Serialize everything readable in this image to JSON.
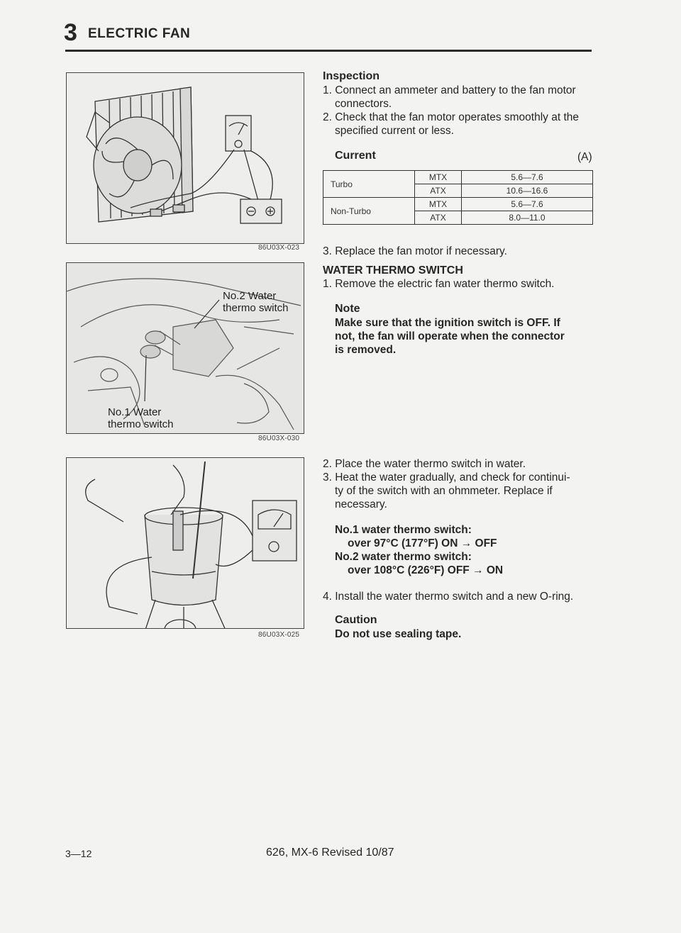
{
  "header": {
    "section_number": "3",
    "section_title": "ELECTRIC FAN"
  },
  "figures": [
    {
      "id": "86U03X-023"
    },
    {
      "id": "86U03X-030",
      "callout_no2": [
        "No.2 Water",
        "thermo switch"
      ],
      "callout_no1": [
        "No.1 Water",
        "thermo switch"
      ]
    },
    {
      "id": "86U03X-025"
    }
  ],
  "inspection": {
    "heading": "Inspection",
    "steps": [
      "1. Connect an ammeter and battery to the fan motor",
      "connectors.",
      "2. Check that the fan motor operates smoothly at the",
      "specified current or less."
    ],
    "current_label": "Current",
    "current_unit": "(A)",
    "table": [
      {
        "group": "Turbo",
        "type": "MTX",
        "value": "5.6—7.6"
      },
      {
        "group": "Turbo",
        "type": "ATX",
        "value": "10.6—16.6"
      },
      {
        "group": "Non-Turbo",
        "type": "MTX",
        "value": "5.6—7.6"
      },
      {
        "group": "Non-Turbo",
        "type": "ATX",
        "value": "8.0—11.0"
      }
    ],
    "step3": "3. Replace the fan motor if necessary."
  },
  "thermo": {
    "heading": "WATER THERMO SWITCH",
    "step1": "1. Remove the electric fan water thermo switch.",
    "note_label": "Note",
    "note_lines": [
      "Make sure that the ignition switch is OFF. If",
      "not, the fan will operate when the connector",
      "is removed."
    ],
    "step2": "2. Place the water thermo switch in water.",
    "step3_lines": [
      "3. Heat the water gradually, and check for continui-",
      "ty of the switch with an ohmmeter. Replace if",
      "necessary."
    ],
    "spec_lines": [
      "No.1 water thermo switch:",
      "over 97°C (177°F) ON → OFF",
      "No.2 water thermo switch:",
      "over 108°C (226°F) OFF → ON"
    ],
    "step4": "4. Install the water thermo switch and a new O-ring.",
    "caution_label": "Caution",
    "caution_text": "Do not use sealing tape."
  },
  "footer": {
    "page": "3—12",
    "model": "626, MX-6 Revised 10/87"
  }
}
